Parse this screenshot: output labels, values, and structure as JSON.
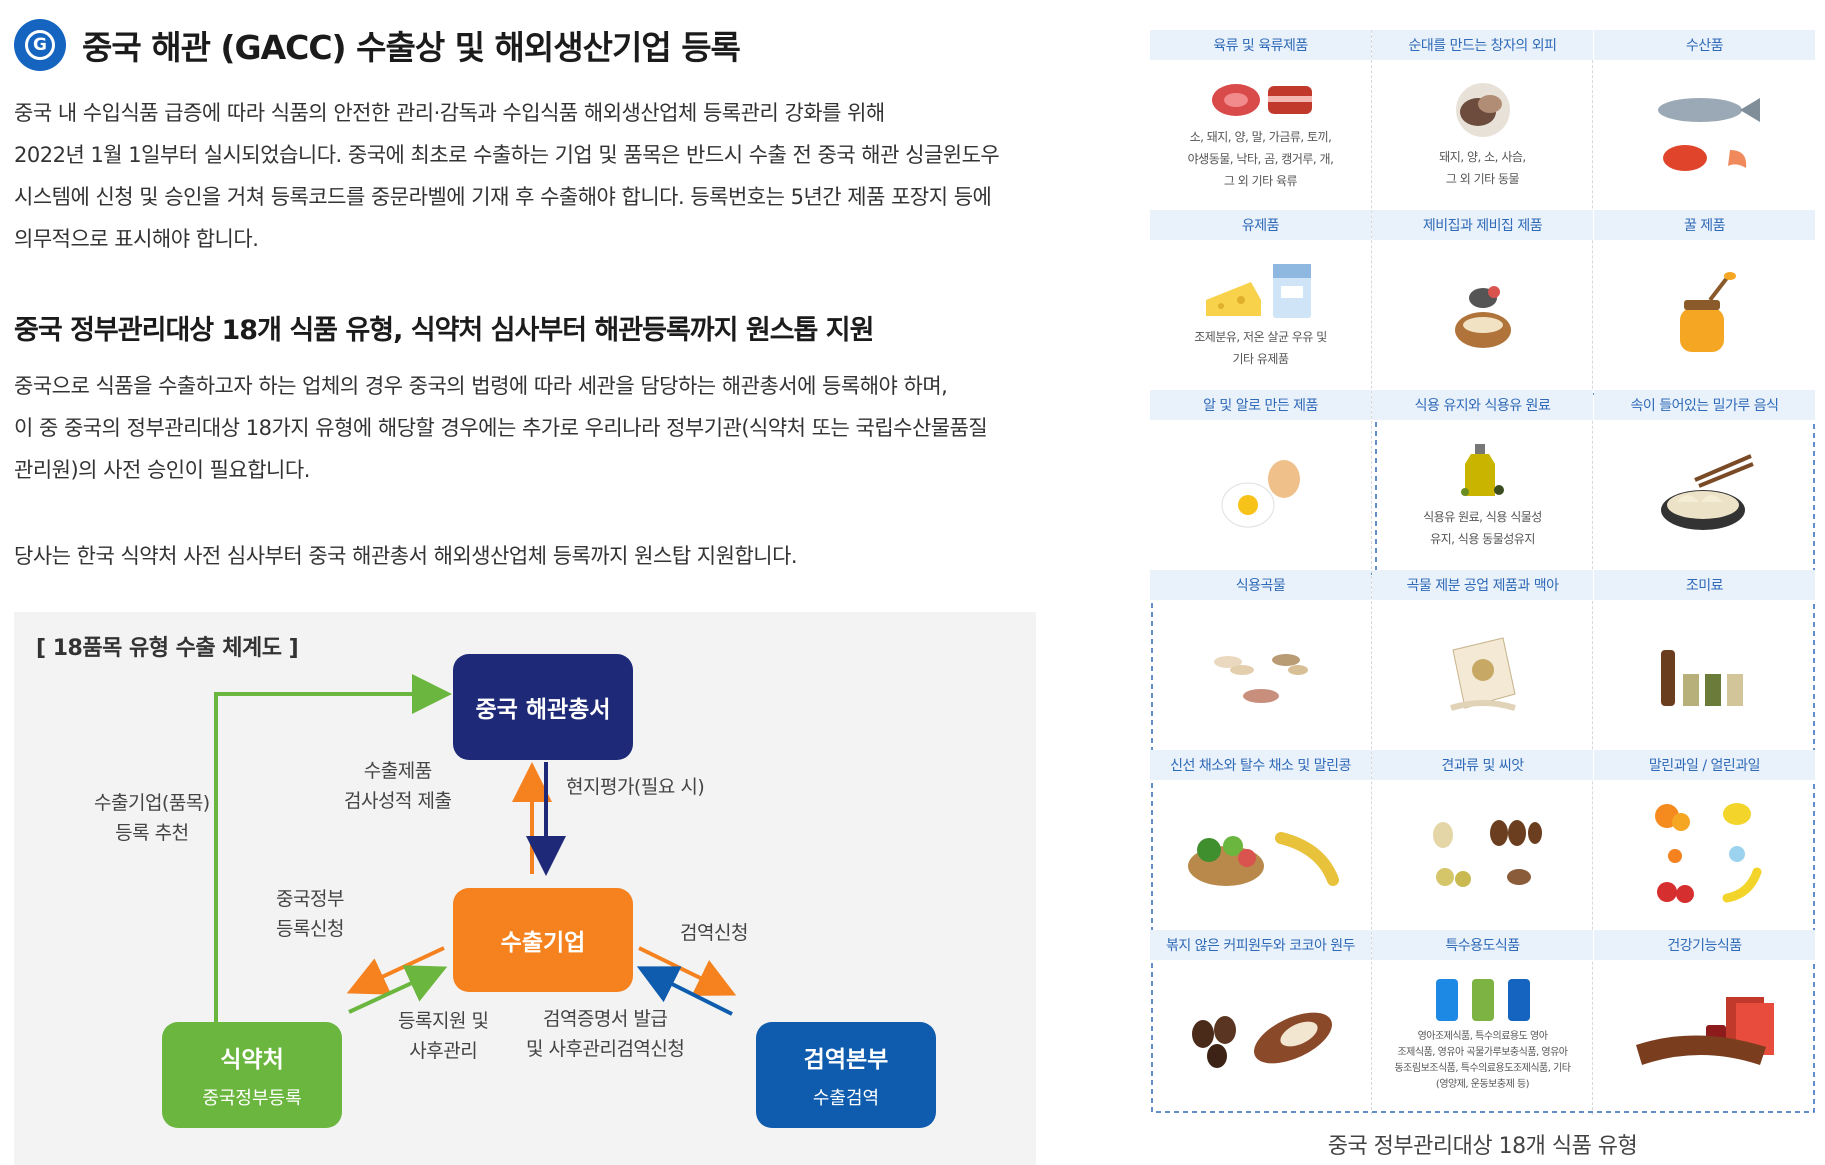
{
  "header": {
    "badge_letter": "G",
    "title": "중국 해관 (GACC) 수출상 및 해외생산기업 등록"
  },
  "intro": [
    "중국 내 수입식품 급증에 따라 식품의 안전한 관리·감독과 수입식품 해외생산업체 등록관리 강화를 위해",
    "2022년 1월 1일부터 실시되었습니다. 중국에 최초로 수출하는 기업 및 품목은 반드시 수출 전 중국 해관 싱글윈도우",
    "시스템에 신청 및 승인을 거쳐 등록코드를 중문라벨에 기재 후 수출해야 합니다. 등록번호는 5년간 제품 포장지 등에",
    "의무적으로 표시해야 합니다."
  ],
  "section": {
    "title": "중국 정부관리대상 18개 식품 유형, 식약처 심사부터 해관등록까지 원스톱 지원",
    "lines": [
      "중국으로 식품을 수출하고자 하는 업체의 경우 중국의 법령에 따라 세관을 담당하는 해관총서에 등록해야 하며,",
      "이 중 중국의 정부관리대상 18가지 유형에 해당할 경우에는 추가로 우리나라 정부기관(식약처 또는 국립수산물품질",
      "관리원)의 사전 승인이 필요합니다."
    ],
    "closing": "당사는 한국 식약처 사전 심사부터 중국 해관총서 해외생산업체 등록까지 원스탑 지원합니다."
  },
  "diagram": {
    "title": "[ 18품목 유형 수출 체계도 ]",
    "customs": "중국 해관총서",
    "exporter": "수출기업",
    "mfds": "식약처",
    "mfds_sub": "중국정부등록",
    "quarantine": "검역본부",
    "quarantine_sub": "수출검역",
    "label_recommend_1": "수출기업(품목)",
    "label_recommend_2": "등록 추천",
    "label_submit_1": "수출제품",
    "label_submit_2": "검사성적 제출",
    "label_onsite": "현지평가(필요 시)",
    "label_govreg_1": "중국정부",
    "label_govreg_2": "등록신청",
    "label_support_1": "등록지원 및",
    "label_support_2": "사후관리",
    "label_quarreq": "검역신청",
    "label_cert_1": "검역증명서 발급",
    "label_cert_2": "및 사후관리검역신청",
    "colors": {
      "navy": "#1e2a78",
      "orange": "#f5821f",
      "green": "#6bb63e",
      "blue": "#0f5cae"
    }
  },
  "food_grid": {
    "caption": "중국 정부관리대상 18개 식품 유형",
    "cells": [
      {
        "name": "육류 및 육류제품",
        "desc": [
          "소, 돼지, 양, 말, 가금류, 토끼,",
          "야생동물, 낙타, 곰, 캥거루, 개,",
          "그 외 기타 육류"
        ],
        "icon": "meat-icon"
      },
      {
        "name": "순대를 만드는 창자의 외피",
        "desc": [
          "돼지, 양, 소, 사슴,",
          "그 외 기타 동물"
        ],
        "icon": "casing-icon"
      },
      {
        "name": "수산품",
        "desc": [],
        "icon": "seafood-icon"
      },
      {
        "name": "유제품",
        "desc": [
          "조제분유, 저온 살균 우유 및",
          "기타 유제품"
        ],
        "icon": "dairy-icon"
      },
      {
        "name": "제비집과 제비집 제품",
        "desc": [],
        "icon": "birdnest-icon"
      },
      {
        "name": "꿀 제품",
        "desc": [],
        "icon": "honey-icon"
      },
      {
        "name": "알 및 알로 만든 제품",
        "desc": [],
        "icon": "egg-icon"
      },
      {
        "name": "식용 유지와 식용유 원료",
        "desc": [
          "식용유 원료, 식용 식물성",
          "유지, 식용 동물성유지"
        ],
        "icon": "oil-icon"
      },
      {
        "name": "속이 들어있는 밀가루 음식",
        "desc": [],
        "icon": "dumpling-icon"
      },
      {
        "name": "식용곡물",
        "desc": [],
        "icon": "grain-icon"
      },
      {
        "name": "곡물 제분 공업 제품과 맥아",
        "desc": [],
        "icon": "flour-icon"
      },
      {
        "name": "조미료",
        "desc": [],
        "icon": "seasoning-icon"
      },
      {
        "name": "신선 채소와 탈수 채소 및 말린콩",
        "desc": [],
        "icon": "vegetable-icon"
      },
      {
        "name": "견과류 및 씨앗",
        "desc": [],
        "icon": "nut-icon"
      },
      {
        "name": "말린과일 / 얼린과일",
        "desc": [],
        "icon": "fruit-icon"
      },
      {
        "name": "볶지 않은 커피원두와 코코아 원두",
        "desc": [],
        "icon": "coffee-icon"
      },
      {
        "name": "특수용도식품",
        "desc": [
          "영아조제식품, 특수의료용도 영아",
          "조제식품, 영유아 곡물가루보충식품, 영유아",
          "동조림보조식품, 특수의료용도조제식품, 기타",
          "(영양제, 운동보충제 등)"
        ],
        "icon": "special-food-icon"
      },
      {
        "name": "건강기능식품",
        "desc": [],
        "icon": "health-food-icon"
      }
    ]
  }
}
